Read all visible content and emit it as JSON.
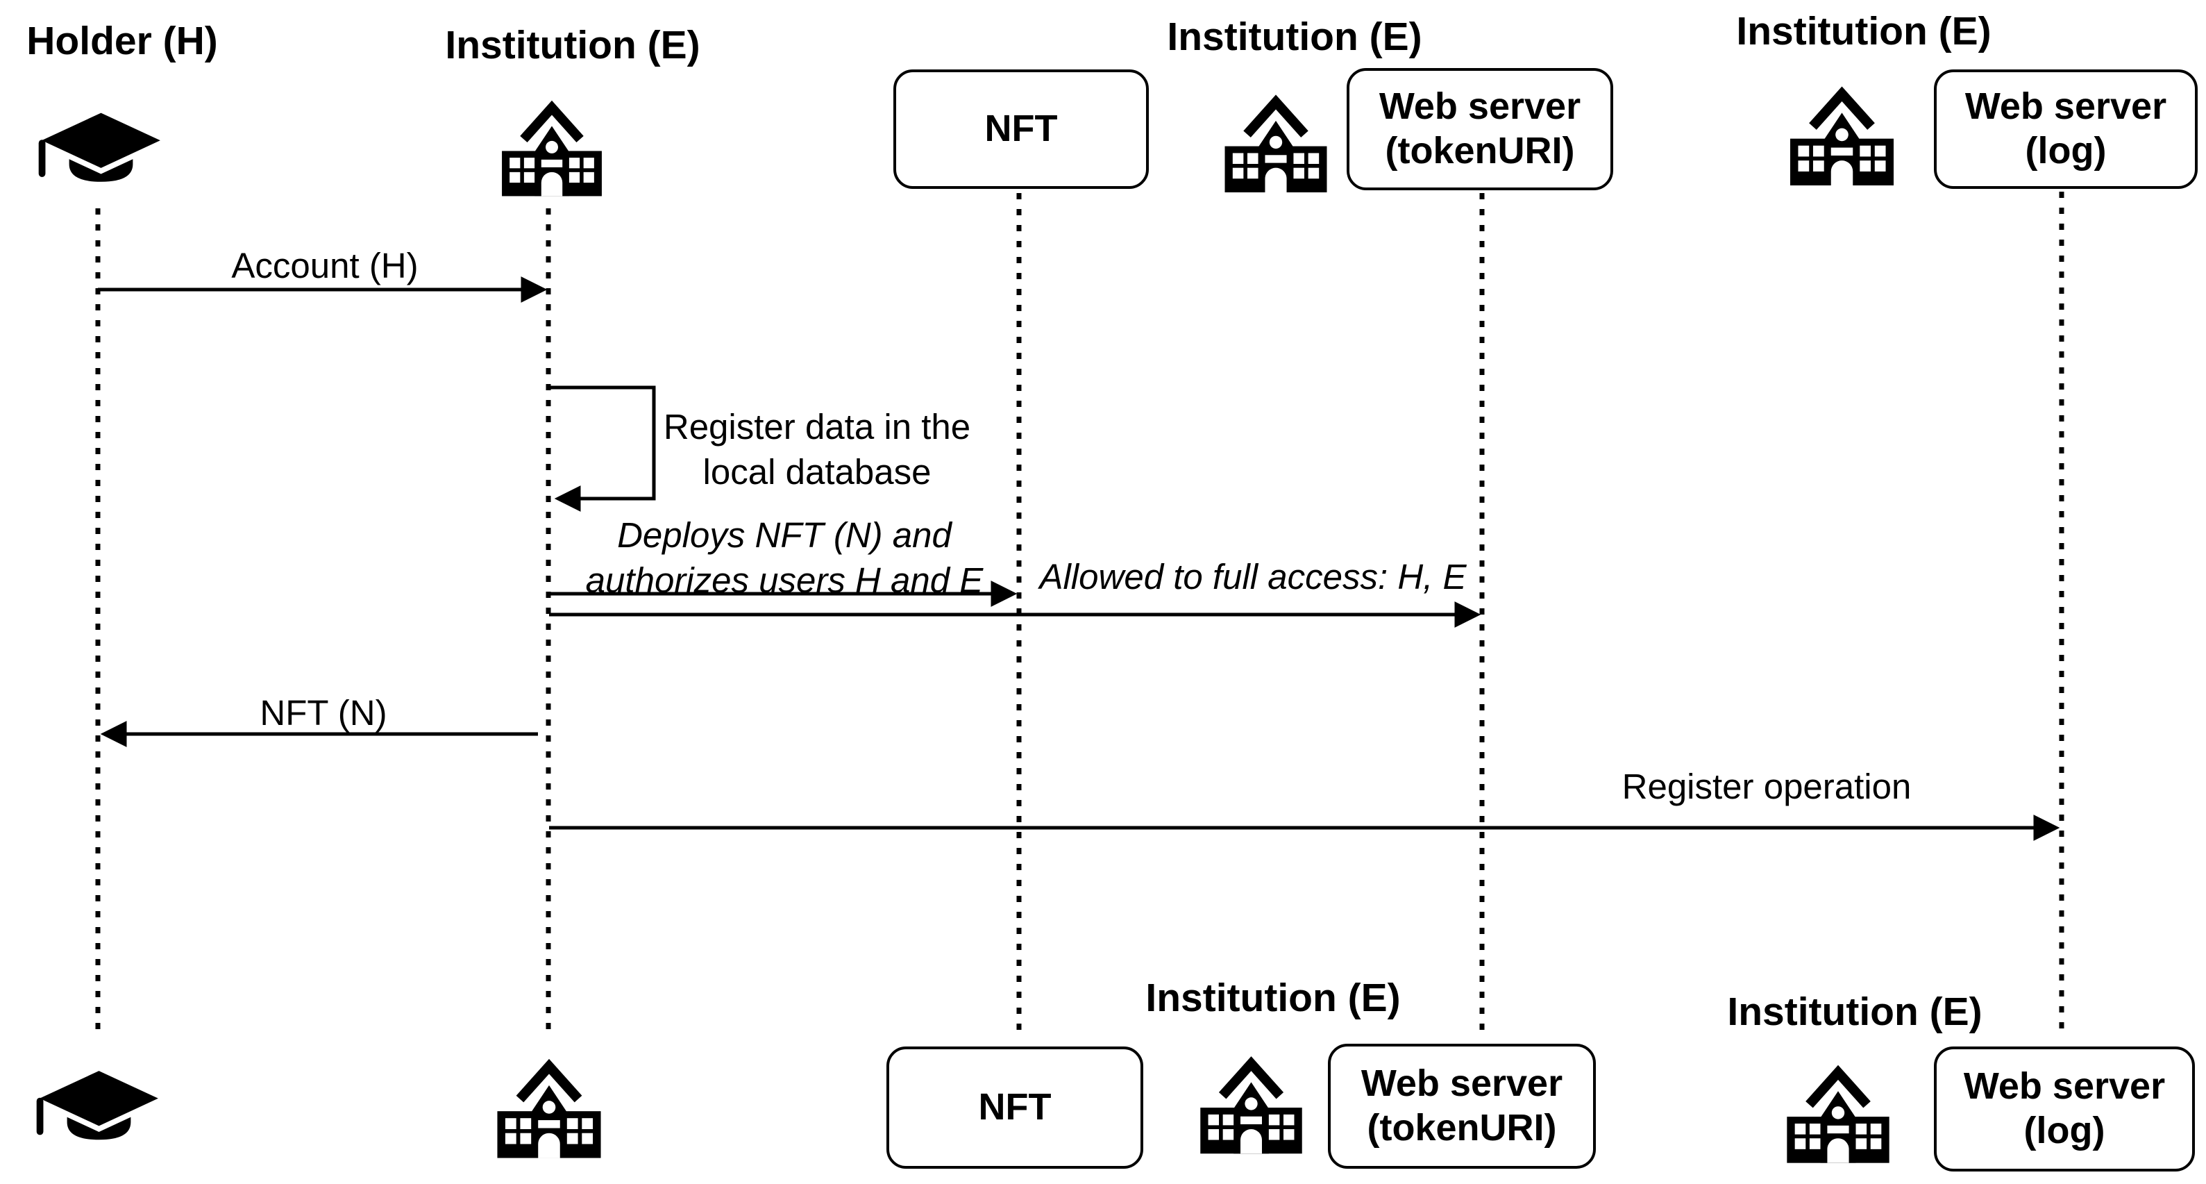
{
  "diagram_type": "uml-sequence-diagram",
  "colors": {
    "ink": "#000000",
    "background": "#ffffff"
  },
  "icons": {
    "holder": "graduation-cap-icon",
    "institution": "school-building-icon"
  },
  "actors": {
    "holder": {
      "label": "Holder (H)"
    },
    "institution": {
      "label": "Institution (E)"
    },
    "nft": {
      "box_label": "NFT"
    },
    "tokenuri": {
      "label": "Institution (E)",
      "box_label": "Web server\n(tokenURI)"
    },
    "log": {
      "label": "Institution (E)",
      "box_label": "Web server\n(log)"
    }
  },
  "bottom": {
    "nft": {
      "box_label": "NFT"
    },
    "tokenuri": {
      "label": "Institution (E)",
      "box_label": "Web server\n(tokenURI)"
    },
    "log": {
      "label": "Institution (E)",
      "box_label": "Web server\n(log)"
    }
  },
  "messages": {
    "account": {
      "label": "Account (H)",
      "from": "holder",
      "to": "institution",
      "style": "plain"
    },
    "register_local": {
      "label": "Register data in the\nlocal database",
      "type": "self-message",
      "on": "institution",
      "style": "plain"
    },
    "deploys": {
      "label": "Deploys NFT (N) and\nauthorizes users H and E",
      "from": "institution",
      "to": "nft",
      "style": "italic"
    },
    "allowed": {
      "label": "Allowed to full access: H, E",
      "from": "institution",
      "to": "tokenuri",
      "style": "italic"
    },
    "nft_n": {
      "label": "NFT (N)",
      "from": "institution",
      "to": "holder",
      "style": "plain"
    },
    "register_op": {
      "label": "Register operation",
      "from": "institution",
      "to": "log",
      "style": "plain"
    }
  }
}
